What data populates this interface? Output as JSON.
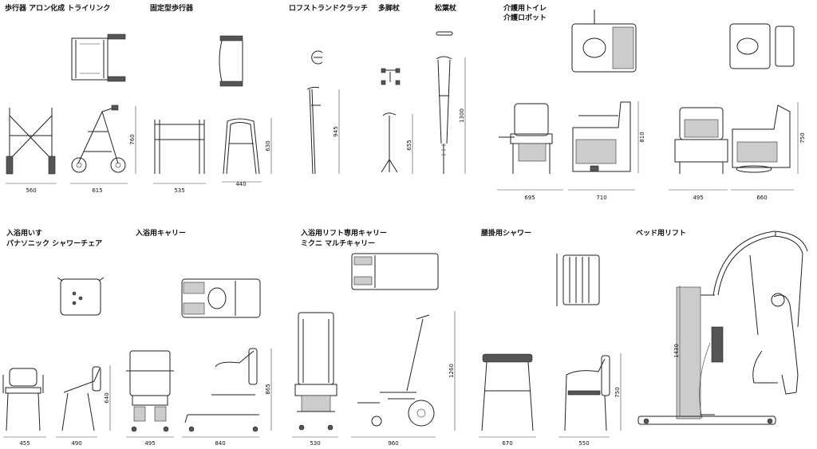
{
  "labels": {
    "walker": "歩行器 アロン化成 トライリンク",
    "fixed_walker": "固定型歩行器",
    "lofstrand": "ロフストランドクラッチ",
    "multi_cane": "多脚杖",
    "crutch": "松葉杖",
    "toilet_l1": "介護用トイレ",
    "toilet_l2": "介護ロボット",
    "bath_chair_l1": "入浴用いす",
    "bath_chair_l2": "パナソニック シャワーチェア",
    "bath_carrier": "入浴用キャリー",
    "lift_carrier_l1": "入浴用リフト専用キャリー",
    "lift_carrier_l2": "ミクニ マルチキャリー",
    "shower_seat": "腰掛用シャワー",
    "bed_lift": "ベッド用リフト"
  },
  "dims": {
    "walker_w": "560",
    "walker_d": "615",
    "walker_h": "760",
    "fixed_w": "535",
    "fixed_d": "440",
    "fixed_h": "630",
    "lofstrand_h": "945",
    "cane_h": "655",
    "crutch_h": "1300",
    "toilet_w": "695",
    "toilet_d": "710",
    "toilet_h": "810",
    "robot_w": "495",
    "robot_d": "660",
    "robot_h": "750",
    "chair_w": "455",
    "chair_d": "490",
    "chair_h": "640",
    "carrier_w": "495",
    "carrier_d": "840",
    "carrier_h": "865",
    "lift_w": "530",
    "lift_d": "960",
    "lift_h": "1260",
    "shower_w": "670",
    "shower_d": "550",
    "shower_h": "750",
    "bedlift_h": "1430"
  }
}
